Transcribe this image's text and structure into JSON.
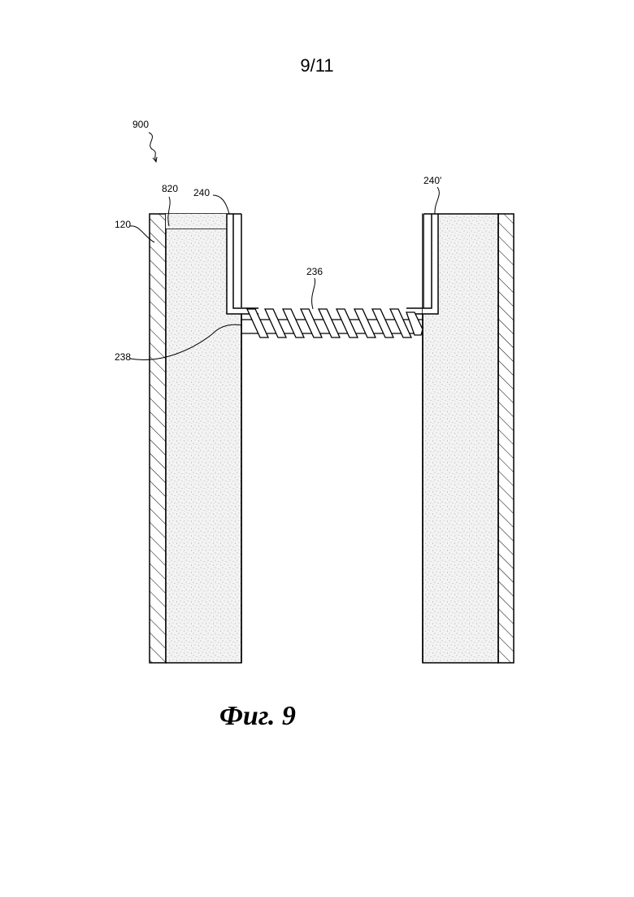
{
  "header": {
    "page_number": "9/11"
  },
  "figure": {
    "caption": "Фиг. 9",
    "reference_labels": {
      "assembly": "900",
      "outer_wall": "120",
      "cap": "820",
      "liner_left": "240",
      "liner_right": "240'",
      "coil": "236",
      "wire": "238"
    }
  }
}
